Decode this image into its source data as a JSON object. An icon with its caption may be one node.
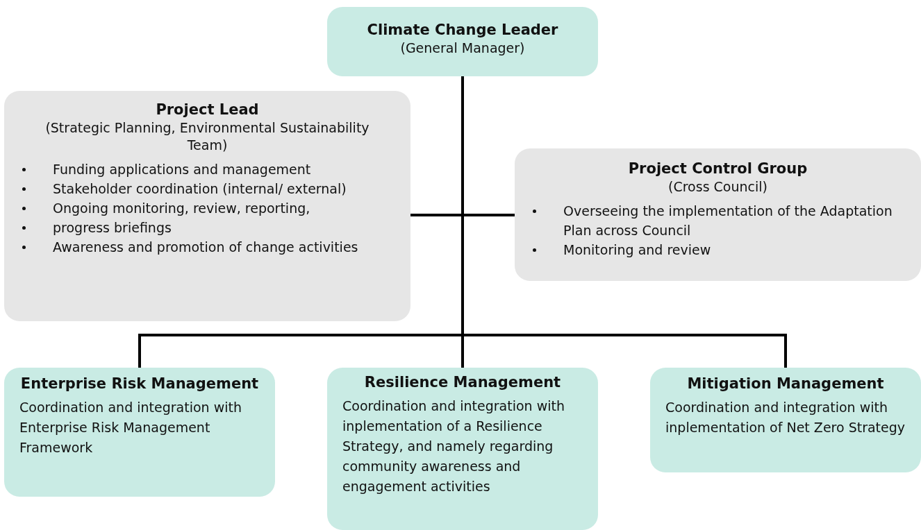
{
  "diagram": {
    "nodes": [
      {
        "text": [
          "Climate Change Leader",
          "(General Manager)"
        ]
      },
      {
        "text": [
          "Project Lead",
          "(Strategic Planning, Environmental Sustainability Team)",
          "Funding applications and management",
          "Stakeholder coordination (internal/ external)",
          "Ongoing monitoring, review, reporting,",
          "progress briefings",
          "Awareness and promotion of change activities"
        ]
      },
      {
        "text": [
          "Project Control Group",
          "(Cross Council)",
          "Overseeing the implementation of the Adaptation Plan across Council",
          "Monitoring and review"
        ]
      },
      {
        "text": [
          "Enterprise Risk Management",
          "Coordination and integration with Enterprise Risk Management Framework"
        ]
      },
      {
        "text": [
          "Resilience Management",
          "Coordination and integration with inplementation of a Resilience Strategy, and namely regarding community awareness and engagement activities"
        ]
      },
      {
        "text": [
          "Mitigation Management",
          "Coordination and integration with inplementation of Net Zero Strategy"
        ]
      }
    ],
    "edges": [
      {
        "from": 0,
        "to": 1,
        "arrow": "none"
      },
      {
        "from": 0,
        "to": 2,
        "arrow": "none"
      },
      {
        "from": 0,
        "to": 3,
        "arrow": "none"
      },
      {
        "from": 0,
        "to": 4,
        "arrow": "none"
      },
      {
        "from": 0,
        "to": 5,
        "arrow": "none"
      }
    ]
  }
}
